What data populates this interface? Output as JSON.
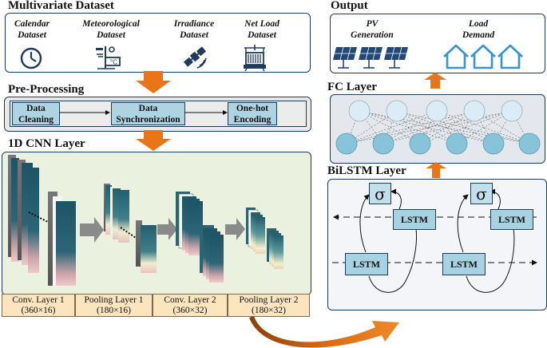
{
  "sections": {
    "multivariate": "Multivariate Dataset",
    "preprocessing": "Pre-Processing",
    "cnn": "1D CNN Layer",
    "output": "Output",
    "fc": "FC Layer",
    "bilstm": "BiLSTM Layer"
  },
  "datasets": [
    {
      "line1": "Calendar",
      "line2": "Dataset",
      "icon": "clock-icon"
    },
    {
      "line1": "Meteorological",
      "line2": "Dataset",
      "icon": "weather-station-icon"
    },
    {
      "line1": "Irradiance",
      "line2": "Dataset",
      "icon": "satellite-icon"
    },
    {
      "line1": "Net Load",
      "line2": "Dataset",
      "icon": "transformer-icon"
    }
  ],
  "preprocessing_steps": [
    {
      "line1": "Data",
      "line2": "Cleaning"
    },
    {
      "line1": "Data",
      "line2": "Synchronization"
    },
    {
      "line1": "One-hot",
      "line2": "Encoding"
    }
  ],
  "cnn_captions": [
    {
      "name": "Conv. Layer 1",
      "dims": "(360×16)"
    },
    {
      "name": "Pooling Layer 1",
      "dims": "(180×16)"
    },
    {
      "name": "Conv. Layer 2",
      "dims": "(360×32)"
    },
    {
      "name": "Pooling Layer 2",
      "dims": "(180×32)"
    }
  ],
  "outputs": [
    {
      "line1": "PV",
      "line2": "Generation",
      "icon": "solar-panel-icon"
    },
    {
      "line1": "Load",
      "line2": "Demand",
      "icon": "house-icon"
    }
  ],
  "bilstm": {
    "cell_label": "LSTM",
    "sigma_label": "σ"
  },
  "colors": {
    "panel_border": "#1f3b5c",
    "box_fill": "#aed4e2",
    "arrow_orange": "#e87518",
    "caption_fill": "#fbe5bf",
    "node_fill": "#a8d3e3"
  }
}
